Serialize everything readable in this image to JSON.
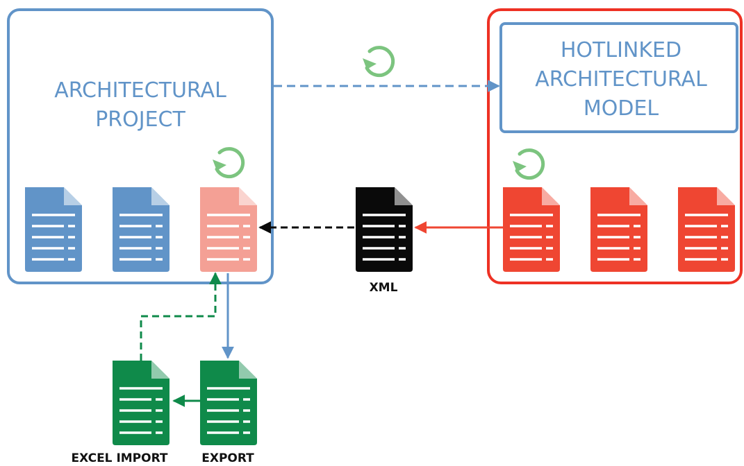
{
  "colors": {
    "blue": "#6194c8",
    "red": "#ef4632",
    "red_frame": "#ee3124",
    "salmon": "#f4a095",
    "green": "#0f8a4a",
    "light_green": "#7cc47f",
    "black": "#0a0a0a"
  },
  "architectural_project": {
    "title_line1": "ARCHITECTURAL",
    "title_line2": "PROJECT"
  },
  "hotlinked_model": {
    "title_line1": "HOTLINKED",
    "title_line2": "ARCHITECTURAL",
    "title_line3": "MODEL"
  },
  "labels": {
    "xml": "XML",
    "excel_import": "EXCEL IMPORT",
    "export": "EXPORT"
  },
  "icons": {
    "document": "document-icon",
    "refresh": "refresh-icon"
  }
}
